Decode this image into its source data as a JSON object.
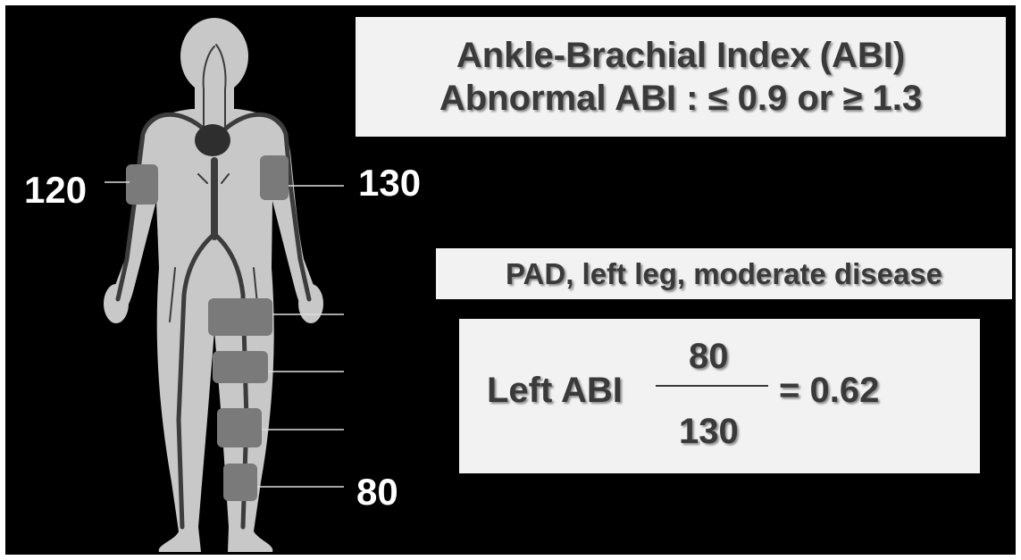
{
  "title": {
    "line1": "Ankle-Brachial Index (ABI)",
    "line2": "Abnormal ABI : ≤ 0.9 or ≥ 1.3"
  },
  "pressures": {
    "right_arm": "120",
    "left_arm": "130",
    "left_ankle": "80"
  },
  "diagnosis": "PAD, left leg, moderate disease",
  "formula": {
    "label": "Left ABI",
    "numerator": "80",
    "denominator": "130",
    "result": "= 0.62"
  }
}
